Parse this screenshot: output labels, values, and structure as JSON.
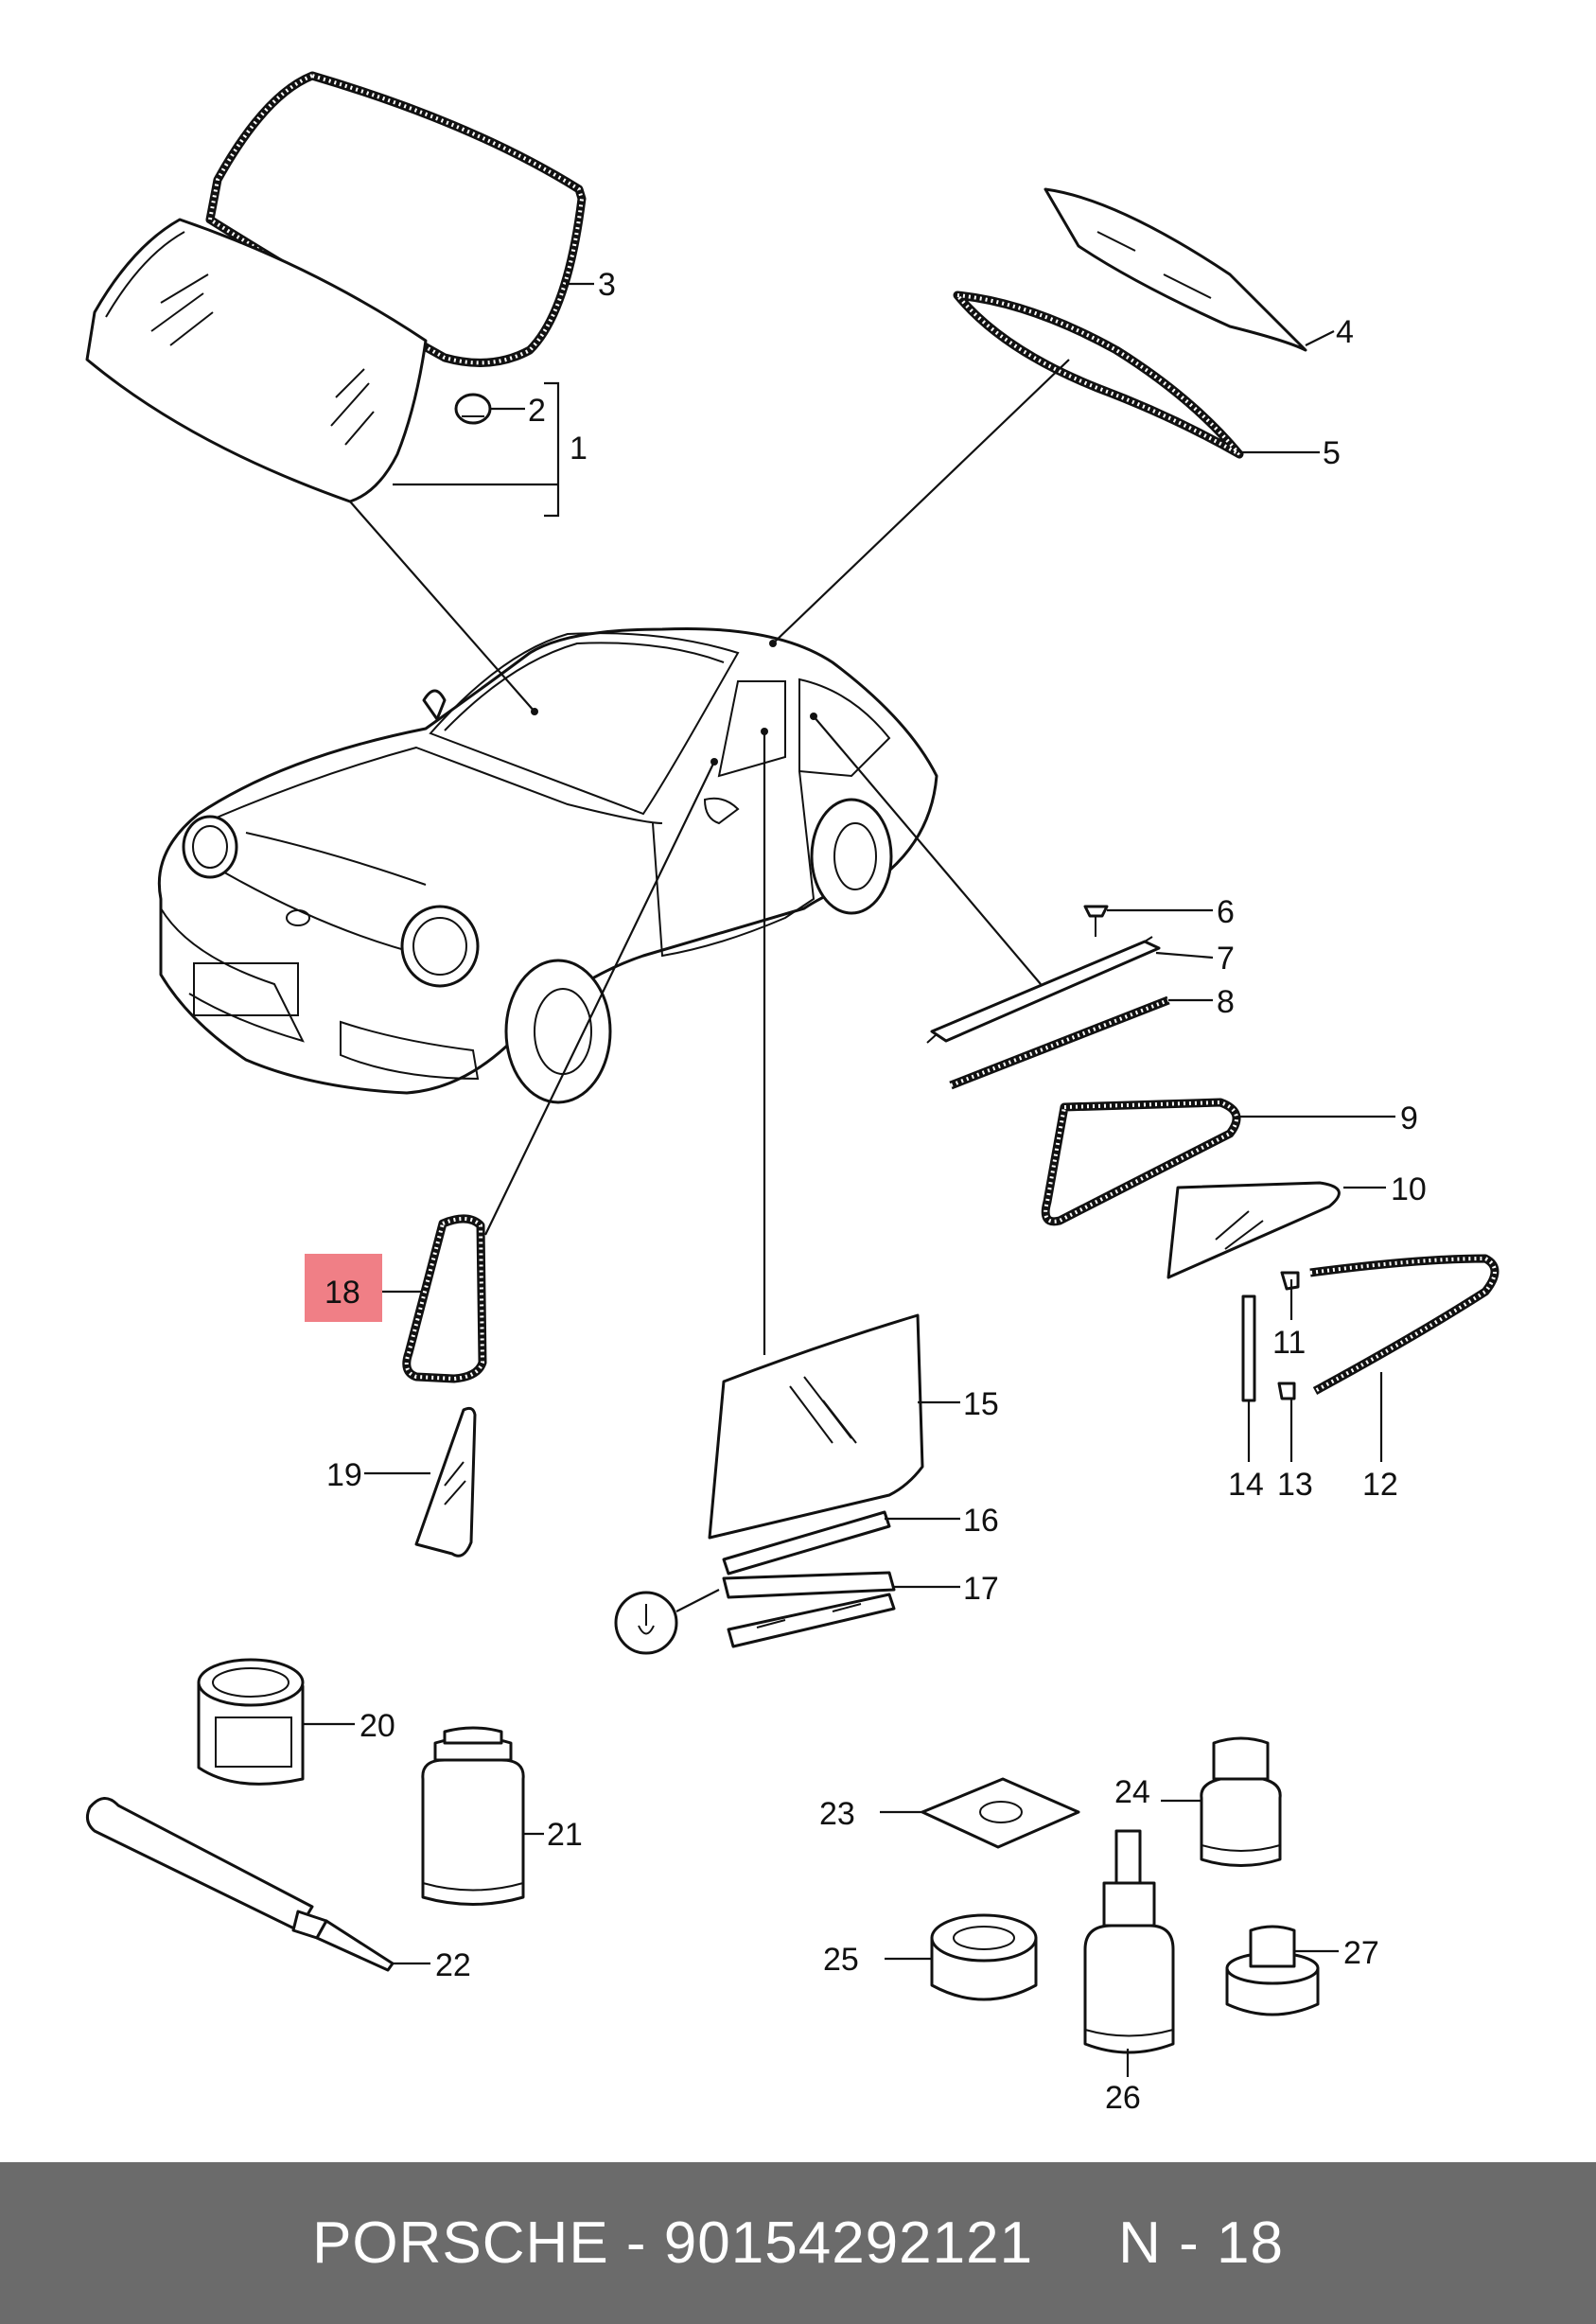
{
  "diagram": {
    "callouts": [
      "1",
      "2",
      "3",
      "4",
      "5",
      "6",
      "7",
      "8",
      "9",
      "10",
      "11",
      "12",
      "13",
      "14",
      "15",
      "16",
      "17",
      "18",
      "19",
      "20",
      "21",
      "22",
      "23",
      "24",
      "25",
      "26",
      "27"
    ],
    "highlighted_callout": "18",
    "highlight_color": "#f07f86"
  },
  "footer": {
    "brand": "PORSCHE",
    "separator": "-",
    "part_number": "90154292121",
    "reference": "N - 18",
    "background": "#6b6b6b"
  }
}
